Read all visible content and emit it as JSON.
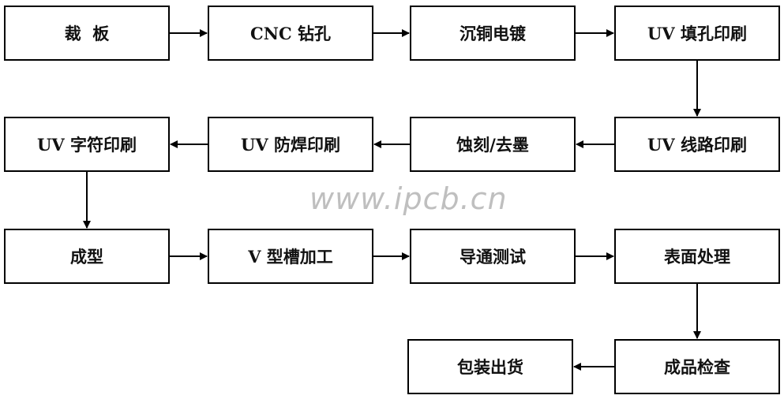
{
  "steps": {
    "cut": "裁  板",
    "cnc_drill": "CNC 钻孔",
    "copper_plating": "沉铜电镀",
    "uv_fill_print": "UV 填孔印刷",
    "uv_circuit_print": "UV 线路印刷",
    "etch_strip": "蚀刻/去墨",
    "uv_solder_mask_print": "UV 防焊印刷",
    "uv_legend_print": "UV 字符印刷",
    "forming": "成型",
    "v_groove": "V 型槽加工",
    "conduction_test": "导通测试",
    "surface_treatment": "表面处理",
    "final_inspection": "成品检查",
    "pack_ship": "包装出货"
  },
  "watermark": "www.ipcb.cn",
  "colors": {
    "line": "#000000",
    "watermark": "#bfbfbf"
  }
}
